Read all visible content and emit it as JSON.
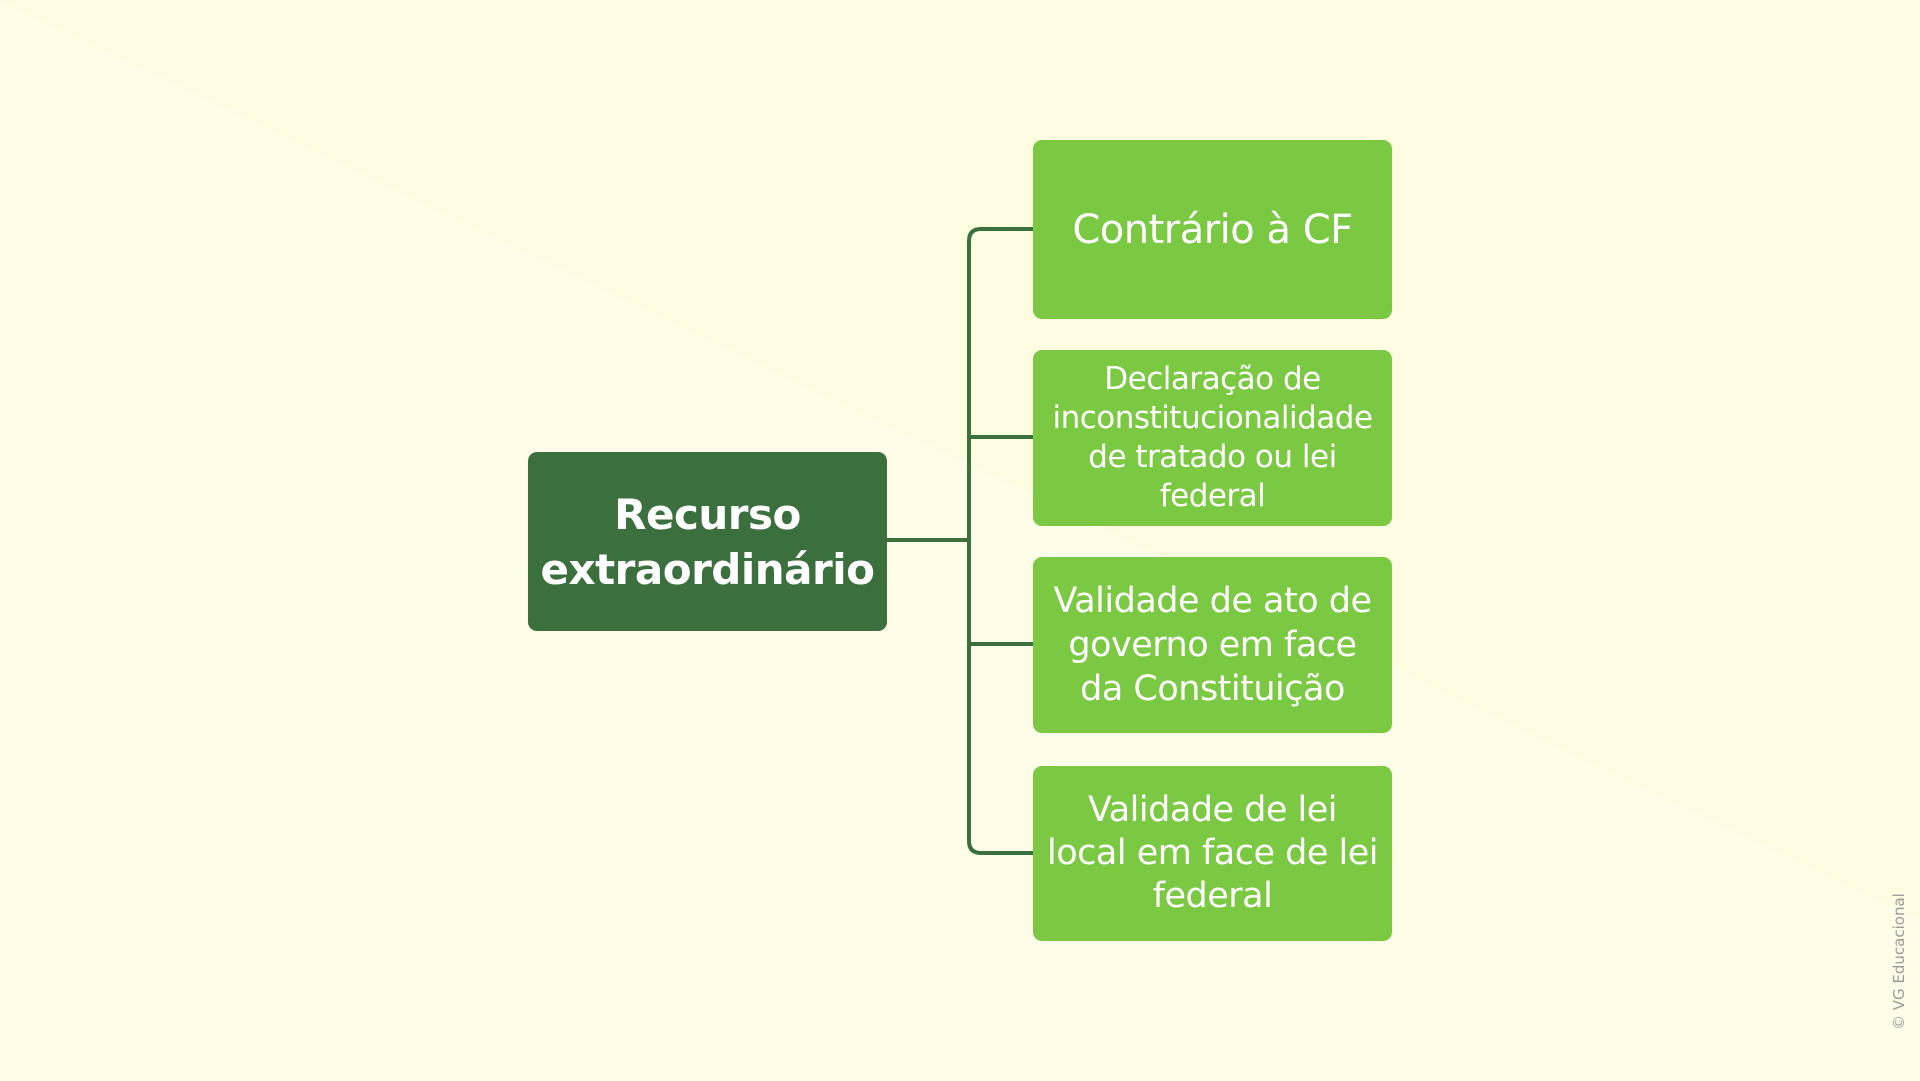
{
  "diagram": {
    "root": {
      "label": "Recurso extraordinário"
    },
    "children": [
      {
        "label": "Contrário à CF"
      },
      {
        "label": "Declaração de inconstitucionalidade de tratado ou lei federal"
      },
      {
        "label": "Validade de ato de governo em face da Constituição"
      },
      {
        "label": "Validade de lei local em face de lei federal"
      }
    ]
  },
  "footer": {
    "copyright": "© VG Educacional"
  },
  "colors": {
    "background": "#fdfde8",
    "background_accent": "#fdfbe0",
    "root_fill": "#3b703e",
    "leaf_fill": "#7bc943",
    "connector": "#3b703e",
    "text": "#ffffff"
  }
}
